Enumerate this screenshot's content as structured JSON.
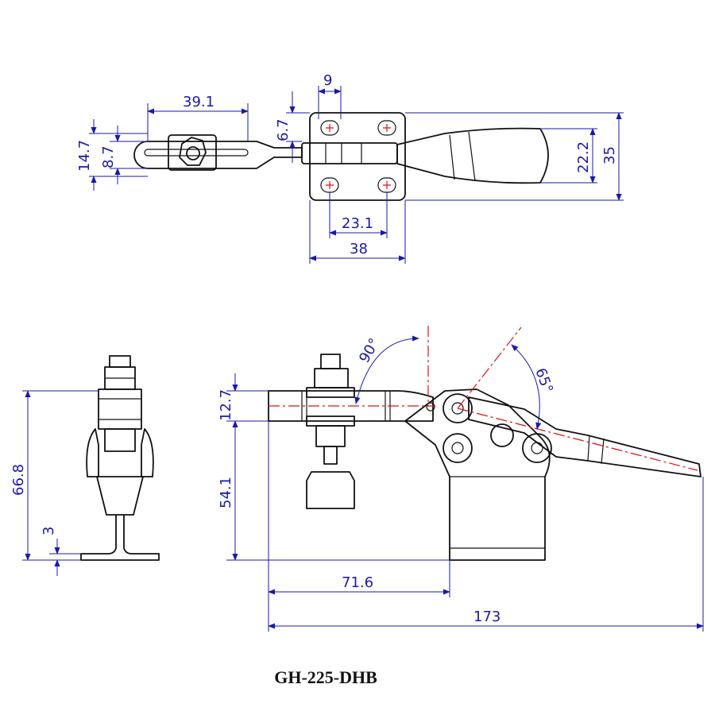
{
  "title": "GH-225-DHB",
  "colors": {
    "dimension": "#1a1aa8",
    "centerline": "#e01010",
    "outline": "#111111"
  },
  "top_view": {
    "dims": {
      "hole_spacing_small": "9",
      "bar_length": "39.1",
      "offset_top": "6.7",
      "height_outer": "14.7",
      "height_inner": "8.7",
      "handle_width": "22.2",
      "overall_width": "35",
      "hole_spacing": "23.1",
      "base_width": "38"
    }
  },
  "side_view": {
    "dims": {
      "overall_height": "66.8",
      "base_thickness": "3"
    }
  },
  "front_view": {
    "dims": {
      "angle_open": "90°",
      "angle_handle": "65°",
      "arm_height": "12.7",
      "pivot_height": "54.1",
      "spindle_offset": "71.6",
      "overall_length": "173"
    }
  }
}
